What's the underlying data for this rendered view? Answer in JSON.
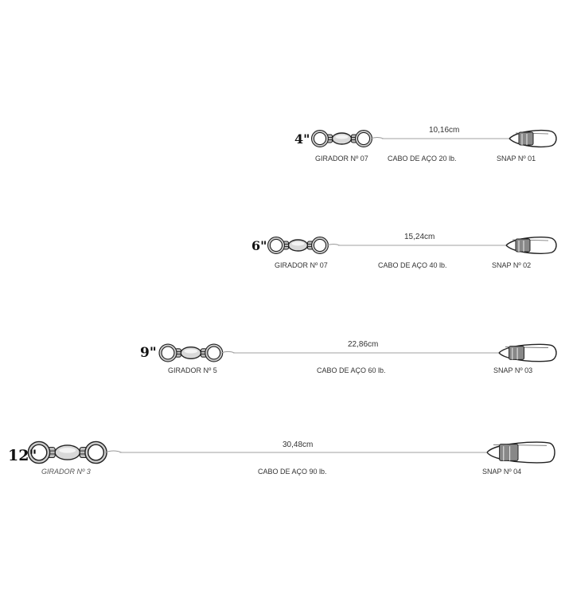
{
  "leaders": [
    {
      "size": "4\"",
      "length": "10,16cm",
      "swivel": "GIRADOR Nº 07",
      "cable": "CABO DE AÇO 20 lb.",
      "snap": "SNAP Nº 01"
    },
    {
      "size": "6\"",
      "length": "15,24cm",
      "swivel": "GIRADOR Nº 07",
      "cable": "CABO DE AÇO 40 lb.",
      "snap": "SNAP Nº 02"
    },
    {
      "size": "9\"",
      "length": "22,86cm",
      "swivel": "GIRADOR Nº 5",
      "cable": "CABO DE AÇO 60 lb.",
      "snap": "SNAP Nº 03"
    },
    {
      "size": "12\"",
      "length": "30,48cm",
      "swivel": "GIRADOR Nº 3",
      "cable": "CABO DE AÇO 90 lb.",
      "snap": "SNAP Nº 04"
    }
  ]
}
